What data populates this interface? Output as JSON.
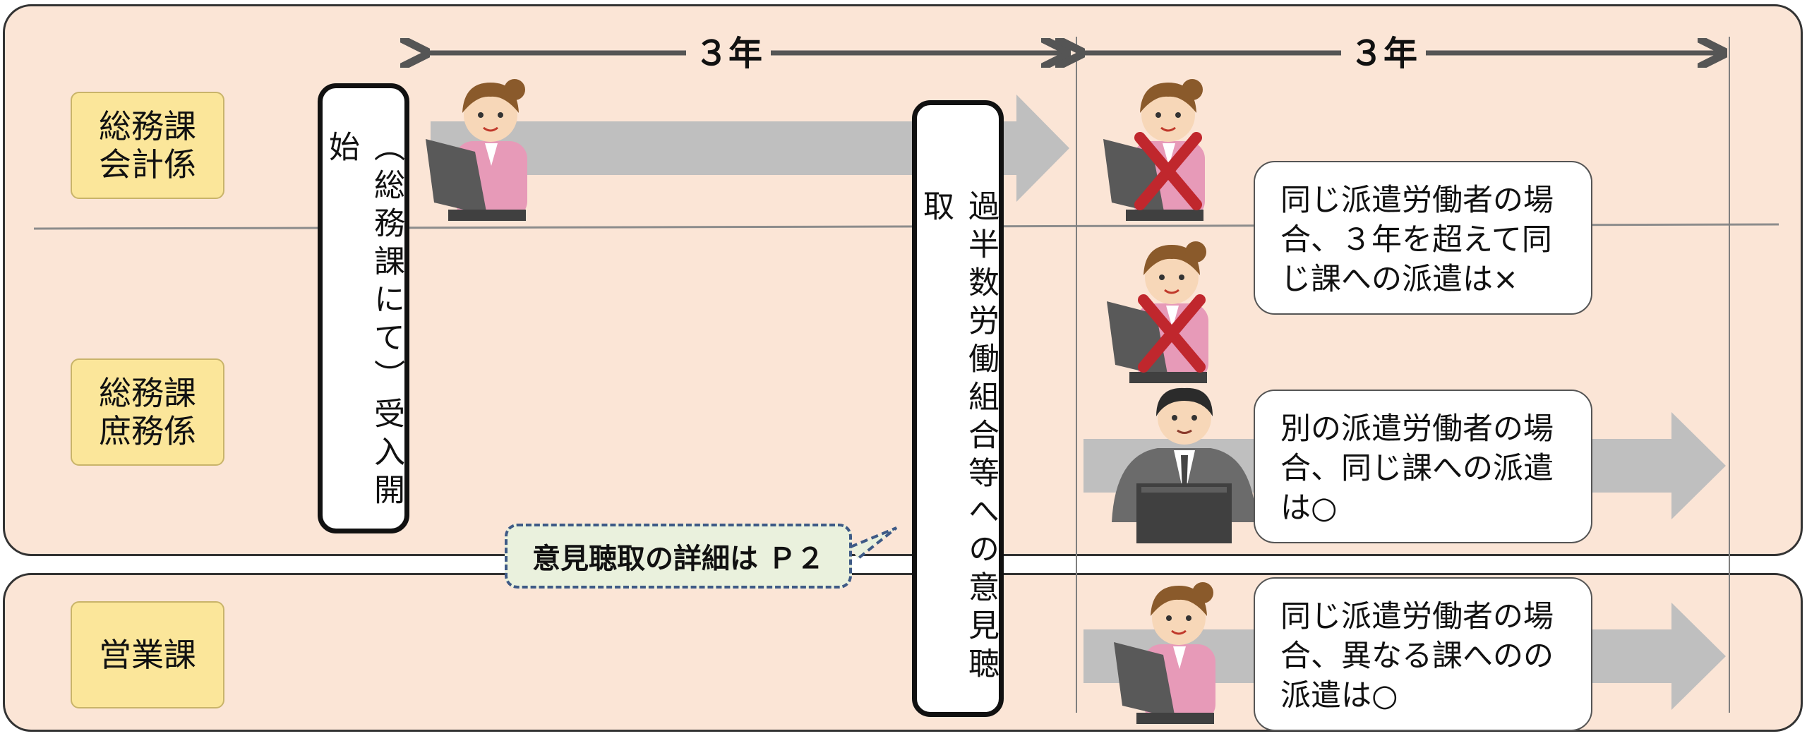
{
  "timeline": {
    "period_1": "３年",
    "period_2": "３年"
  },
  "departments": {
    "accounting": "総務課\n会計係",
    "general_affairs": "総務課\n庶務係",
    "sales": "営業課"
  },
  "milestones": {
    "start": "（総務課にて）受入開始",
    "hearing": "過半数労働組合等への意見聴取"
  },
  "callout": {
    "hearing_detail": "意見聴取の詳細は Ｐ２"
  },
  "notes": {
    "same_worker_same_section": "同じ派遣労働者の場合、３年を超えて同じ課への派遣は×",
    "different_worker_same_section": "別の派遣労働者の場合、同じ課への派遣は○",
    "same_worker_different_section": "同じ派遣労働者の場合、異なる課へのの派遣は○"
  },
  "colors": {
    "panel": "#fbe5d6",
    "department_label": "#fbe69a",
    "flow_arrow": "#bfbfbf",
    "cross_mark": "#c0272d",
    "callout_fill": "#eaf1dd",
    "callout_border": "#3e5a86"
  },
  "icons": {
    "female_worker": "woman-at-laptop-icon",
    "male_worker": "man-at-laptop-icon",
    "prohibited": "cross-mark-icon"
  }
}
